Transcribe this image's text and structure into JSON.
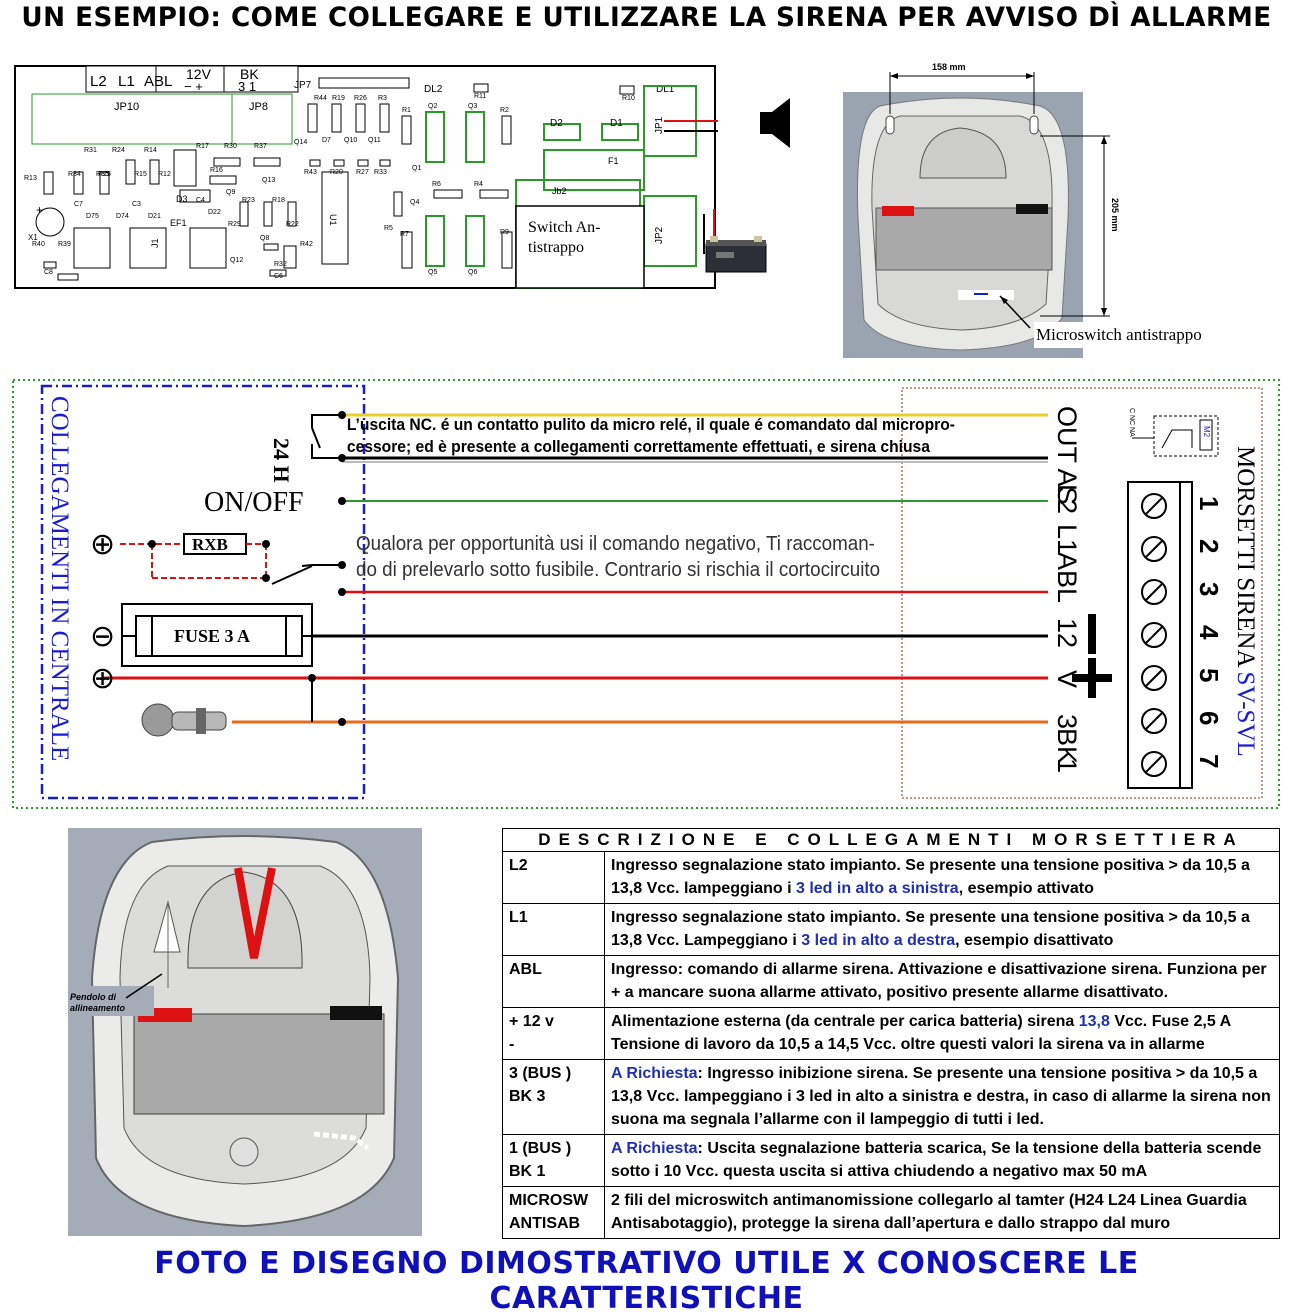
{
  "page_title": "UN ESEMPIO: COME COLLEGARE E UTILIZZARE LA SIRENA PER AVVISO DÌ ALLARME",
  "footer_title": "FOTO E DISEGNO DIMOSTRATIVO UTILE X CONOSCERE LE CARATTERISTICHE",
  "pcb": {
    "connector_labels": [
      "L2",
      "L1",
      "ABL",
      "12V",
      "−  +",
      "BK",
      "3  1"
    ],
    "component_labels": [
      "JP10",
      "JP8",
      "JP7",
      "DL2",
      "DL1",
      "JP1",
      "JP2",
      "D2",
      "D1",
      "F1",
      "Jb2",
      "U1",
      "J1",
      "EF1",
      "D3",
      "Q2",
      "Q3",
      "Q5",
      "Q6",
      "R44",
      "R19",
      "R26",
      "R3",
      "R1",
      "R2",
      "R10",
      "R11",
      "R6",
      "R4",
      "R7",
      "R9",
      "R5",
      "R13",
      "R34",
      "R35",
      "R14",
      "R15",
      "R12",
      "R17",
      "R30",
      "R37",
      "R16",
      "R39",
      "R40",
      "R29",
      "R23",
      "R18",
      "R22",
      "R32",
      "C6",
      "Q8",
      "Q12",
      "R42",
      "C8",
      "C4",
      "C7",
      "C3",
      "D75",
      "D74",
      "D21",
      "D22",
      "Q13",
      "Q14",
      "Q9",
      "Q10",
      "D7",
      "Q11",
      "Q1",
      "Q4",
      "R33",
      "R27",
      "R20",
      "R43",
      "R31",
      "R25",
      "R24",
      "X1"
    ],
    "switch_label": "Switch Antistrappo"
  },
  "photo_top": {
    "width_dim": "158 mm",
    "height_dim": "205 mm",
    "microswitch_label": "Microswitch antistrappo"
  },
  "wiring": {
    "left_box_label": "COLLEGAMENTI IN CENTRALE",
    "right_box_label_black": "MORSETTI SIRENA",
    "right_box_label_blue": "SV-SVL",
    "h24_label": "24 H",
    "onoff_label": "ON/OFF",
    "rxb_label": "RXB",
    "fuse_label": "FUSE 3 A",
    "note_nc_line1": "L’uscita NC. é un contatto pulito da micro relé, il quale é comandato dal micropro-",
    "note_nc_line2": "cessore; ed è presente a collegamenti correttamente effettuati, e sirena chiusa",
    "note_neg_line1": "Qualora per opportunità usi il comando negativo, Ti raccoman-",
    "note_neg_line2": "do di prelevarlo sotto fusibile. Contrario si rischia il cortocircuito",
    "wire_labels": [
      "OUT AS",
      "L2",
      "L1",
      "ABL",
      "12",
      "V",
      "3",
      "BK",
      "1"
    ],
    "terminal_numbers": [
      "1",
      "2",
      "3",
      "4",
      "5",
      "6",
      "7"
    ],
    "micro_tag": "M2",
    "micro_small": "C NC NA"
  },
  "photo_bottom": {
    "pendulum_label": "Pendolo di allineamento"
  },
  "table": {
    "title": "DESCRIZIONE E COLLEGAMENTI MORSETTIERA",
    "rows": [
      {
        "term": "L2",
        "pre": "Ingresso segnalazione stato impianto. Se presente una tensione positiva > da 10,5 a 13,8 Vcc. lampeggiano i ",
        "hl": "3 led in alto a sinistra",
        "post": ", esempio attivato"
      },
      {
        "term": "L1",
        "pre": "Ingresso segnalazione stato impianto. Se presente una tensione positiva > da 10,5 a 13,8 Vcc. Lampeggiano i ",
        "hl": "3 led in alto a destra",
        "post": ", esempio disattivato"
      },
      {
        "term": "ABL",
        "pre": "Ingresso: comando di allarme sirena. Attivazione e disattivazione sirena. Funziona per + a mancare suona allarme attivato, positivo presente allarme disattivato.",
        "hl": "",
        "post": ""
      },
      {
        "term": "+ 12 v\n-",
        "pre": "Alimentazione esterna (da centrale per carica batteria) sirena ",
        "hl": "13,8",
        "post": " Vcc. Fuse 2,5 A Tensione di lavoro da 10,5 a 14,5 Vcc. oltre questi valori la sirena va in allarme"
      },
      {
        "term": "3 (BUS )\nBK 3",
        "pre": "",
        "hl": "A Richiesta",
        "post": ": Ingresso inibizione sirena. Se presente una tensione positiva > da 10,5 a 13,8 Vcc. lampeggiano i 3 led in alto a sinistra e destra, in caso di allarme la sirena non suona ma segnala l’allarme con il lampeggio di tutti i led."
      },
      {
        "term": "1 (BUS )\nBK 1",
        "pre": "",
        "hl": "A Richiesta",
        "post": ": Uscita segnalazione batteria scarica, Se la tensione della batteria scende sotto i 10 Vcc. questa uscita si attiva chiudendo a negativo max 50 mA"
      },
      {
        "term": "MICROSW\nANTISAB",
        "pre": "2 fili del microswitch antimanomissione collegarlo al tamter (H24 L24 Linea Guardia Antisabotaggio), protegge la sirena dall’apertura e dallo strappo dal muro",
        "hl": "",
        "post": ""
      }
    ]
  }
}
